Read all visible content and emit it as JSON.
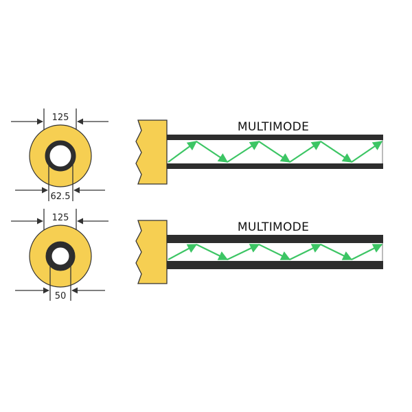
{
  "colors": {
    "cladding": "#f6cf52",
    "core": "#ffffff",
    "core_ring": "#2d2d2d",
    "outline": "#333333",
    "fiber_wall": "#2d2d2d",
    "ray": "#3cc564",
    "arrow": "#333333"
  },
  "top": {
    "outer_label": "125",
    "inner_label": "62.5",
    "fiber_title": "MULTIMODE"
  },
  "bottom": {
    "outer_label": "125",
    "inner_label": "50",
    "fiber_title": "MULTIMODE"
  }
}
